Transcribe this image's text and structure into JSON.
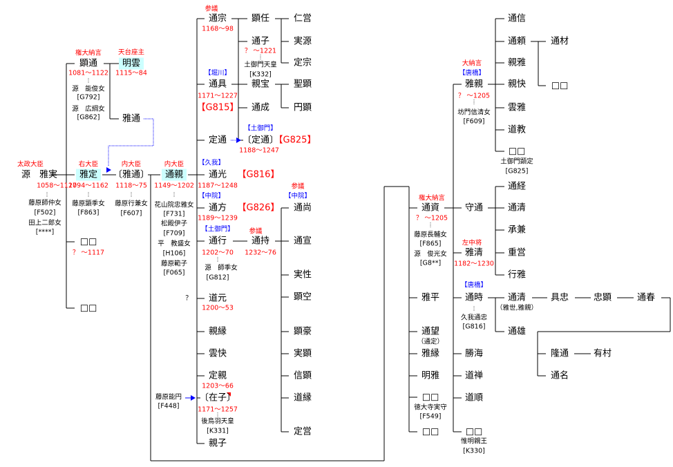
{
  "colors": {
    "title": "#ff0000",
    "house": "#0000ff",
    "highlight": "#ccffff",
    "line": "#000000",
    "adoption_arrow": "#0000ff"
  },
  "nodes": [
    {
      "t": "太政大臣",
      "k": "r"
    },
    {
      "t": "源　雅実",
      "k": "n"
    },
    {
      "t": "1058〜1127",
      "k": "r"
    },
    {
      "t": "藤原師仲女",
      "k": "s"
    },
    {
      "t": "[F502]",
      "k": "s"
    },
    {
      "t": "田上二郎女",
      "k": "s"
    },
    {
      "t": "[****]",
      "k": "s"
    },
    {
      "t": "権大納言",
      "k": "r"
    },
    {
      "t": "顕通",
      "k": "n"
    },
    {
      "t": "1081〜1122",
      "k": "r"
    },
    {
      "t": "源　能俊女",
      "k": "s"
    },
    {
      "t": "[G792]",
      "k": "s"
    },
    {
      "t": "源　広綱女",
      "k": "s"
    },
    {
      "t": "[G862]",
      "k": "s"
    },
    {
      "t": "天台座主",
      "k": "r"
    },
    {
      "t": "明雲",
      "k": "nh"
    },
    {
      "t": "1115〜84",
      "k": "r"
    },
    {
      "t": "雅通",
      "k": "n"
    },
    {
      "t": "右大臣",
      "k": "r"
    },
    {
      "t": "雅定",
      "k": "nh"
    },
    {
      "t": "1094〜1162",
      "k": "r"
    },
    {
      "t": "藤原顕季女",
      "k": "s"
    },
    {
      "t": "[F863]",
      "k": "s"
    },
    {
      "t": "□□",
      "k": "n"
    },
    {
      "t": "？ 〜1117",
      "k": "r"
    },
    {
      "t": "□□",
      "k": "n"
    },
    {
      "t": "内大臣",
      "k": "r"
    },
    {
      "t": "〔雅通〕",
      "k": "n"
    },
    {
      "t": "1118〜75",
      "k": "r"
    },
    {
      "t": "藤原行兼女",
      "k": "s"
    },
    {
      "t": "[F607]",
      "k": "s"
    },
    {
      "t": "内大臣",
      "k": "r"
    },
    {
      "t": "通親",
      "k": "nh"
    },
    {
      "t": "1149〜1202",
      "k": "r"
    },
    {
      "t": "花山院忠雅女",
      "k": "s"
    },
    {
      "t": "[F731]",
      "k": "s"
    },
    {
      "t": "松殿伊子",
      "k": "s"
    },
    {
      "t": "[F709]",
      "k": "s"
    },
    {
      "t": "平　教盛女",
      "k": "s"
    },
    {
      "t": "[H106]",
      "k": "s"
    },
    {
      "t": "藤原範子",
      "k": "s"
    },
    {
      "t": "[F065]",
      "k": "s"
    },
    {
      "t": "？",
      "k": "s"
    },
    {
      "t": "藤原能円",
      "k": "s"
    },
    {
      "t": "[F448]",
      "k": "s"
    },
    {
      "t": "参議",
      "k": "r"
    },
    {
      "t": "通宗",
      "k": "n"
    },
    {
      "t": "1168〜98",
      "k": "r"
    },
    {
      "t": "【堀川】",
      "k": "b"
    },
    {
      "t": "通具",
      "k": "n"
    },
    {
      "t": "1171〜1227",
      "k": "r"
    },
    {
      "t": "【G815】",
      "k": "R"
    },
    {
      "t": "定通",
      "k": "n"
    },
    {
      "t": "【久我】",
      "k": "b"
    },
    {
      "t": "通光",
      "k": "n"
    },
    {
      "t": "【G816】",
      "k": "R"
    },
    {
      "t": "1187〜1248",
      "k": "r"
    },
    {
      "t": "【中院】",
      "k": "b"
    },
    {
      "t": "通方",
      "k": "n"
    },
    {
      "t": "【G826】",
      "k": "R"
    },
    {
      "t": "1189〜1239",
      "k": "r"
    },
    {
      "t": "【土御門】",
      "k": "b"
    },
    {
      "t": "通行",
      "k": "n"
    },
    {
      "t": "1202〜70",
      "k": "r"
    },
    {
      "t": "源　師季女",
      "k": "s"
    },
    {
      "t": "[G812]",
      "k": "s"
    },
    {
      "t": "道元",
      "k": "n"
    },
    {
      "t": "1200〜53",
      "k": "r"
    },
    {
      "t": "親縁",
      "k": "n"
    },
    {
      "t": "雲快",
      "k": "n"
    },
    {
      "t": "定親",
      "k": "n"
    },
    {
      "t": "1203〜66",
      "k": "r"
    },
    {
      "t": "〔在子〕",
      "k": "n"
    },
    {
      "t": "1171〜1257",
      "k": "r"
    },
    {
      "t": "後鳥羽天皇",
      "k": "s"
    },
    {
      "t": "[K331]",
      "k": "s"
    },
    {
      "t": "親子",
      "k": "n"
    },
    {
      "t": "顕任",
      "k": "n"
    },
    {
      "t": "通子",
      "k": "n"
    },
    {
      "t": "？ 〜1221",
      "k": "r"
    },
    {
      "t": "土御門天皇",
      "k": "s"
    },
    {
      "t": "[K332]",
      "k": "s"
    },
    {
      "t": "親宝",
      "k": "n"
    },
    {
      "t": "通成",
      "k": "n"
    },
    {
      "t": "【土御門】",
      "k": "b"
    },
    {
      "t": "〔定通〕",
      "k": "n"
    },
    {
      "t": "【G825】",
      "k": "R"
    },
    {
      "t": "1188〜1247",
      "k": "r"
    },
    {
      "t": "参議",
      "k": "r"
    },
    {
      "t": "通持",
      "k": "n"
    },
    {
      "t": "1232〜76",
      "k": "r"
    },
    {
      "t": "仁営",
      "k": "n"
    },
    {
      "t": "実源",
      "k": "n"
    },
    {
      "t": "定宗",
      "k": "n"
    },
    {
      "t": "聖顕",
      "k": "n"
    },
    {
      "t": "円顕",
      "k": "n"
    },
    {
      "t": "参議",
      "k": "r"
    },
    {
      "t": "【中院】",
      "k": "b"
    },
    {
      "t": "通尚",
      "k": "n"
    },
    {
      "t": "通宣",
      "k": "n"
    },
    {
      "t": "実性",
      "k": "n"
    },
    {
      "t": "顕空",
      "k": "n"
    },
    {
      "t": "顕豪",
      "k": "n"
    },
    {
      "t": "実顕",
      "k": "n"
    },
    {
      "t": "信顕",
      "k": "n"
    },
    {
      "t": "道縁",
      "k": "n"
    },
    {
      "t": "定営",
      "k": "n"
    },
    {
      "t": "権大納言",
      "k": "r"
    },
    {
      "t": "通資",
      "k": "n"
    },
    {
      "t": "？ 〜1205",
      "k": "r"
    },
    {
      "t": "藤原長輔女",
      "k": "s"
    },
    {
      "t": "[F865]",
      "k": "s"
    },
    {
      "t": "源　俊光女",
      "k": "s"
    },
    {
      "t": "[G8**]",
      "k": "s"
    },
    {
      "t": "雅平",
      "k": "n"
    },
    {
      "t": "通望",
      "k": "n"
    },
    {
      "t": "（通定）",
      "k": "s"
    },
    {
      "t": "雅縁",
      "k": "n"
    },
    {
      "t": "明雅",
      "k": "n"
    },
    {
      "t": "□□",
      "k": "n"
    },
    {
      "t": "徳大寺実守",
      "k": "s"
    },
    {
      "t": "[F549]",
      "k": "s"
    },
    {
      "t": "□□",
      "k": "n"
    },
    {
      "t": "大納言",
      "k": "r"
    },
    {
      "t": "【唐橋】",
      "k": "b"
    },
    {
      "t": "雅親",
      "k": "n"
    },
    {
      "t": "？ 〜1205",
      "k": "r"
    },
    {
      "t": "坊門信清女",
      "k": "s"
    },
    {
      "t": "[F609]",
      "k": "s"
    },
    {
      "t": "守通",
      "k": "n"
    },
    {
      "t": "左中将",
      "k": "r"
    },
    {
      "t": "雅清",
      "k": "n"
    },
    {
      "t": "1182〜1230",
      "k": "r"
    },
    {
      "t": "【唐橋】",
      "k": "b"
    },
    {
      "t": "通時",
      "k": "n"
    },
    {
      "t": "久我通忠",
      "k": "s"
    },
    {
      "t": "[G816]",
      "k": "s"
    },
    {
      "t": "勝海",
      "k": "n"
    },
    {
      "t": "道禅",
      "k": "n"
    },
    {
      "t": "道順",
      "k": "n"
    },
    {
      "t": "□□",
      "k": "n"
    },
    {
      "t": "惟明親王",
      "k": "s"
    },
    {
      "t": "[K330]",
      "k": "s"
    },
    {
      "t": "通信",
      "k": "n"
    },
    {
      "t": "通頼",
      "k": "n"
    },
    {
      "t": "親雅",
      "k": "n"
    },
    {
      "t": "親快",
      "k": "n"
    },
    {
      "t": "雲雅",
      "k": "n"
    },
    {
      "t": "道教",
      "k": "n"
    },
    {
      "t": "□□",
      "k": "n"
    },
    {
      "t": "土御門顕定",
      "k": "s"
    },
    {
      "t": "[G825]",
      "k": "s"
    },
    {
      "t": "通経",
      "k": "n"
    },
    {
      "t": "通清",
      "k": "n"
    },
    {
      "t": "承兼",
      "k": "n"
    },
    {
      "t": "重営",
      "k": "n"
    },
    {
      "t": "行雅",
      "k": "n"
    },
    {
      "t": "通清",
      "k": "n"
    },
    {
      "t": "（雅世,雅親）",
      "k": "s"
    },
    {
      "t": "通雄",
      "k": "n"
    },
    {
      "t": "通材",
      "k": "n"
    },
    {
      "t": "□□",
      "k": "n"
    },
    {
      "t": "具忠",
      "k": "n"
    },
    {
      "t": "隆通",
      "k": "n"
    },
    {
      "t": "通名",
      "k": "n"
    },
    {
      "t": "忠顕",
      "k": "n"
    },
    {
      "t": "通春",
      "k": "n"
    },
    {
      "t": "有村",
      "k": "n"
    }
  ]
}
